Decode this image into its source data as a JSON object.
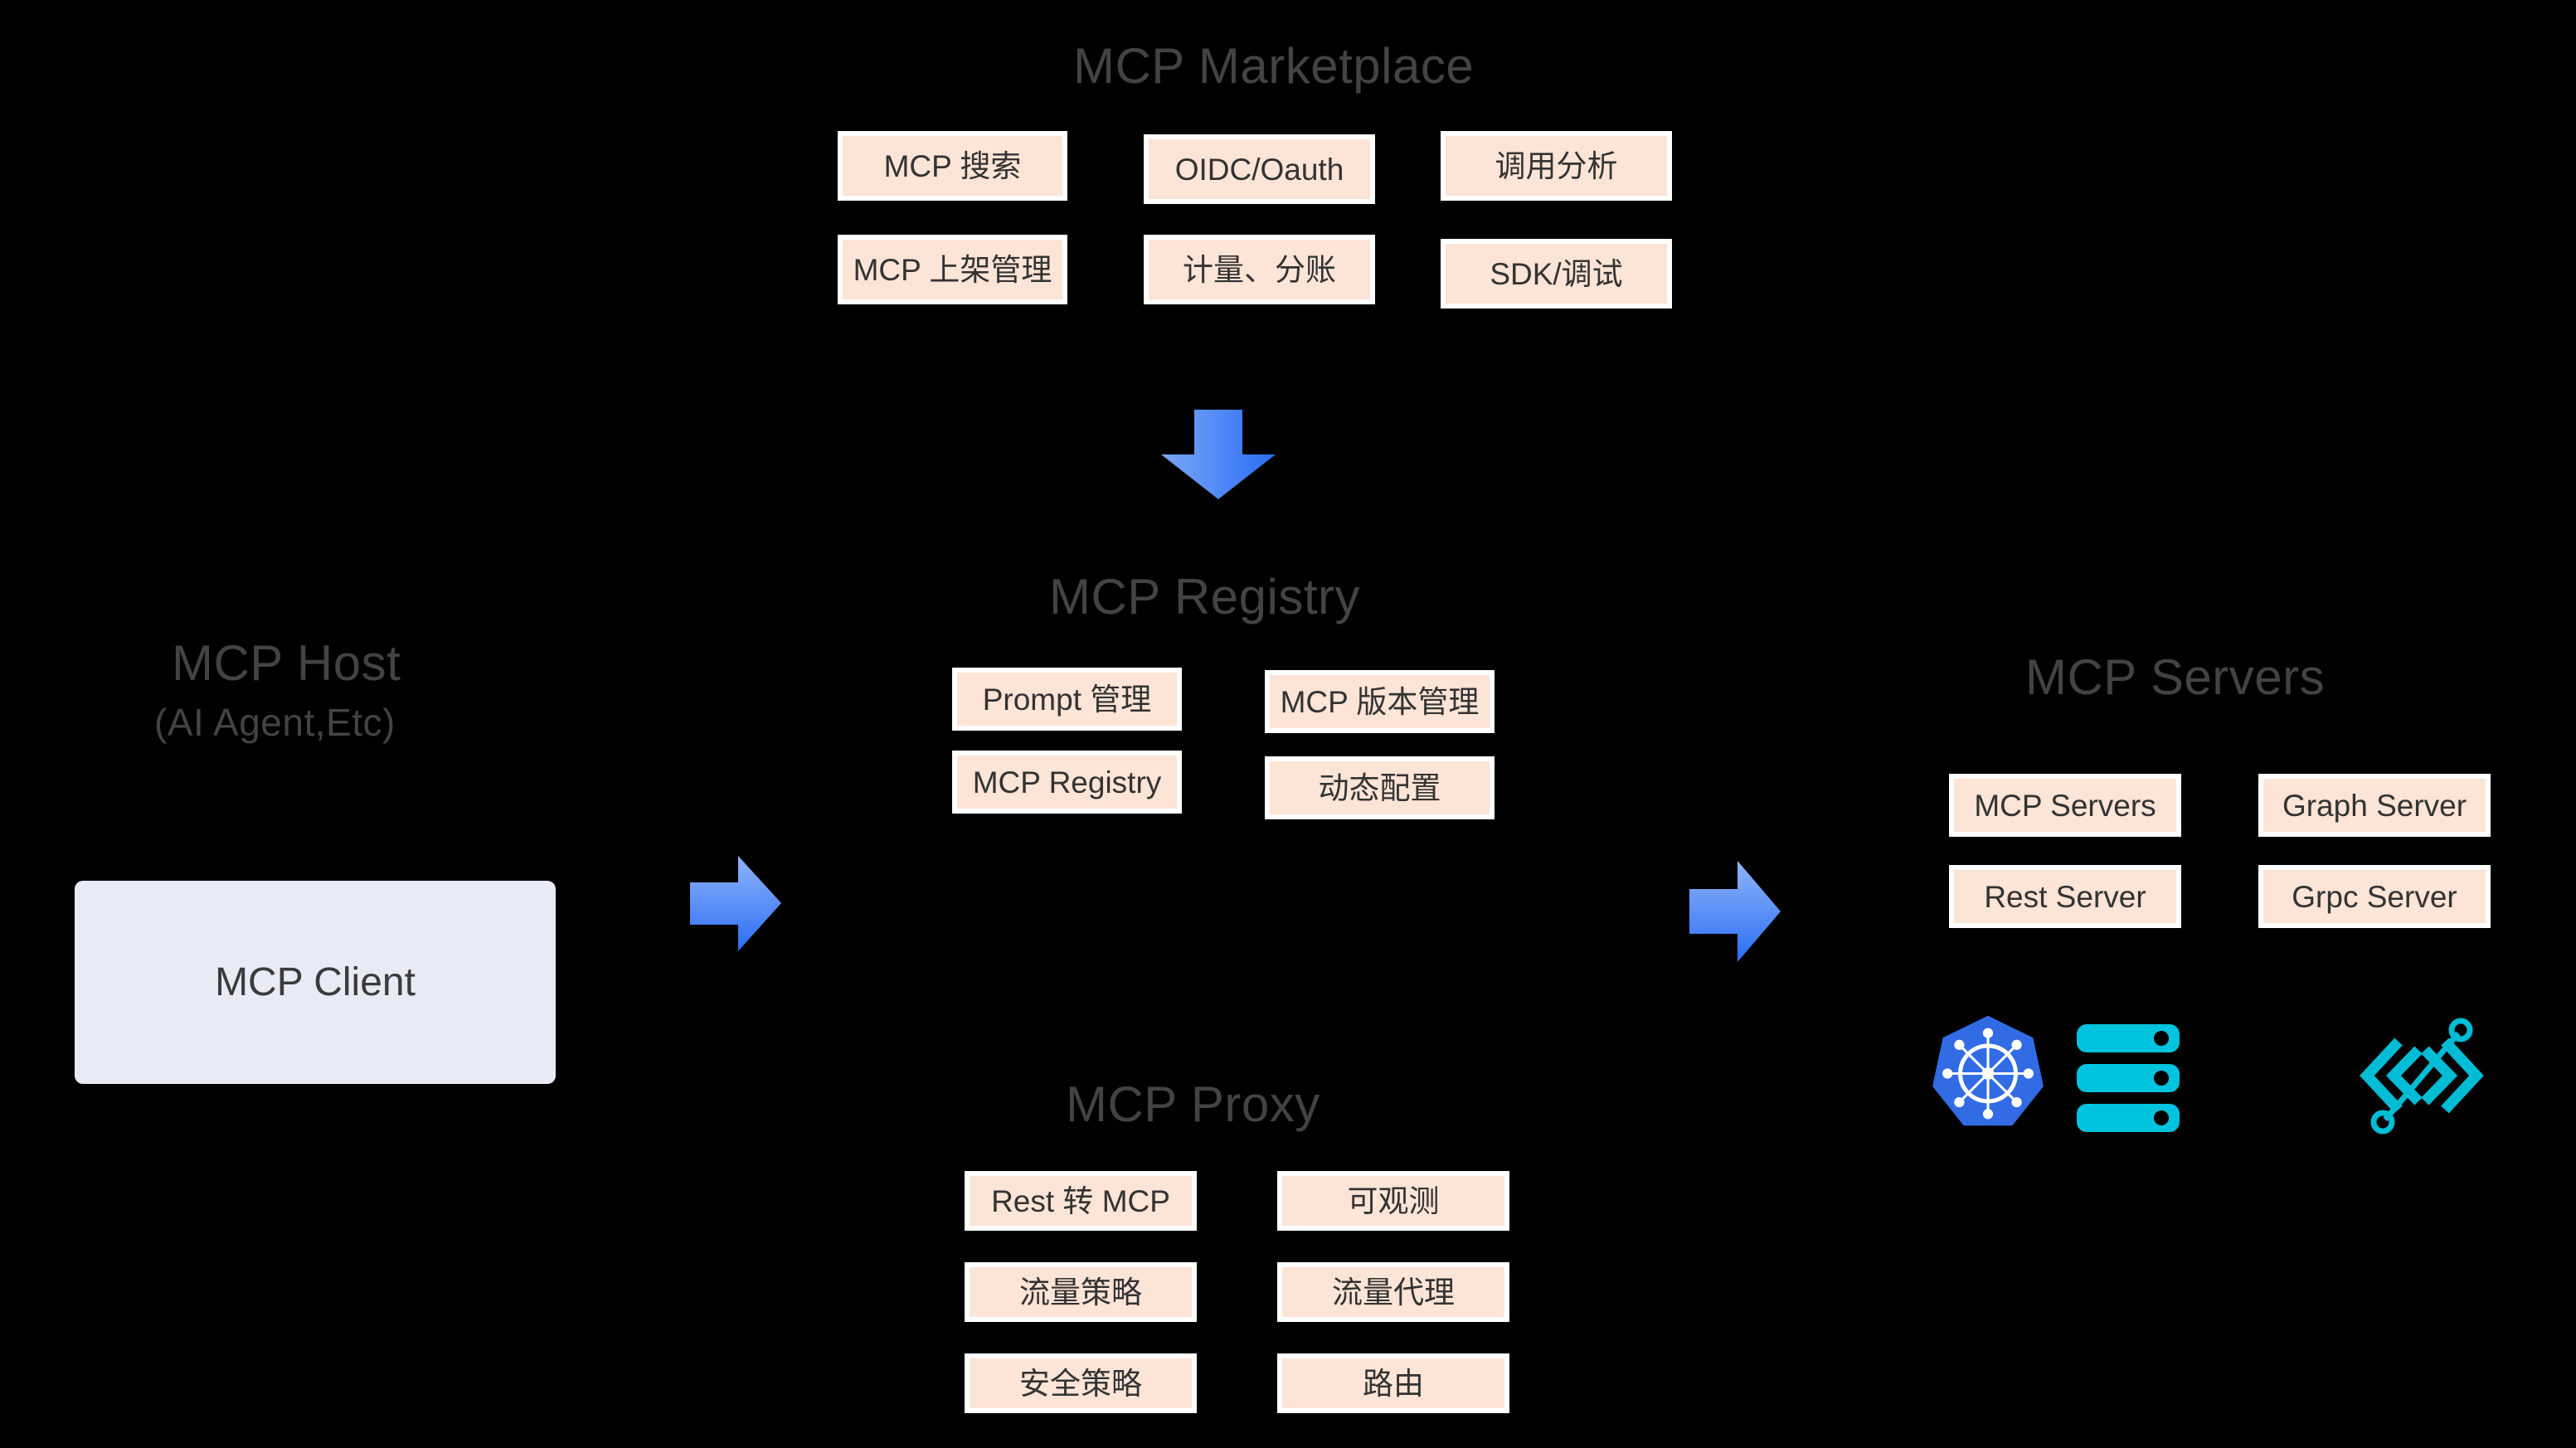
{
  "diagram": {
    "background_color": "#000000",
    "box_fill": "#fce4d6",
    "box_border": "#ffffff",
    "title_color": "#434343",
    "client_fill": "#e8eaf6",
    "arrow_color_start": "#7aa7f7",
    "arrow_color_end": "#2a6df4",
    "k8s_color": "#326ce5",
    "server_icon_color": "#00c4de",
    "api_icon_color": "#00bcd4"
  },
  "marketplace": {
    "title": "MCP Marketplace",
    "items": [
      {
        "label": "MCP 搜索"
      },
      {
        "label": "OIDC/Oauth"
      },
      {
        "label": "调用分析"
      },
      {
        "label": "MCP 上架管理"
      },
      {
        "label": "计量、分账"
      },
      {
        "label": "SDK/调试"
      }
    ]
  },
  "registry": {
    "title": "MCP Registry",
    "items": [
      {
        "label": "Prompt 管理"
      },
      {
        "label": "MCP 版本管理"
      },
      {
        "label": "MCP Registry"
      },
      {
        "label": "动态配置"
      }
    ]
  },
  "proxy": {
    "title": "MCP Proxy",
    "items": [
      {
        "label": "Rest 转 MCP"
      },
      {
        "label": "可观测"
      },
      {
        "label": "流量策略"
      },
      {
        "label": "流量代理"
      },
      {
        "label": "安全策略"
      },
      {
        "label": "路由"
      }
    ]
  },
  "host": {
    "title": "MCP Host",
    "subtitle": "(AI Agent,Etc)",
    "client_label": "MCP Client"
  },
  "servers": {
    "title": "MCP Servers",
    "items": [
      {
        "label": "MCP Servers"
      },
      {
        "label": "Graph Server"
      },
      {
        "label": "Rest Server"
      },
      {
        "label": "Grpc Server"
      }
    ],
    "icons": [
      {
        "name": "kubernetes-icon"
      },
      {
        "name": "server-stack-icon"
      },
      {
        "name": "api-brackets-icon"
      }
    ]
  },
  "arrows": [
    {
      "name": "arrow-marketplace-to-registry",
      "direction": "down"
    },
    {
      "name": "arrow-client-to-registry",
      "direction": "right"
    },
    {
      "name": "arrow-registry-to-servers",
      "direction": "right"
    }
  ]
}
